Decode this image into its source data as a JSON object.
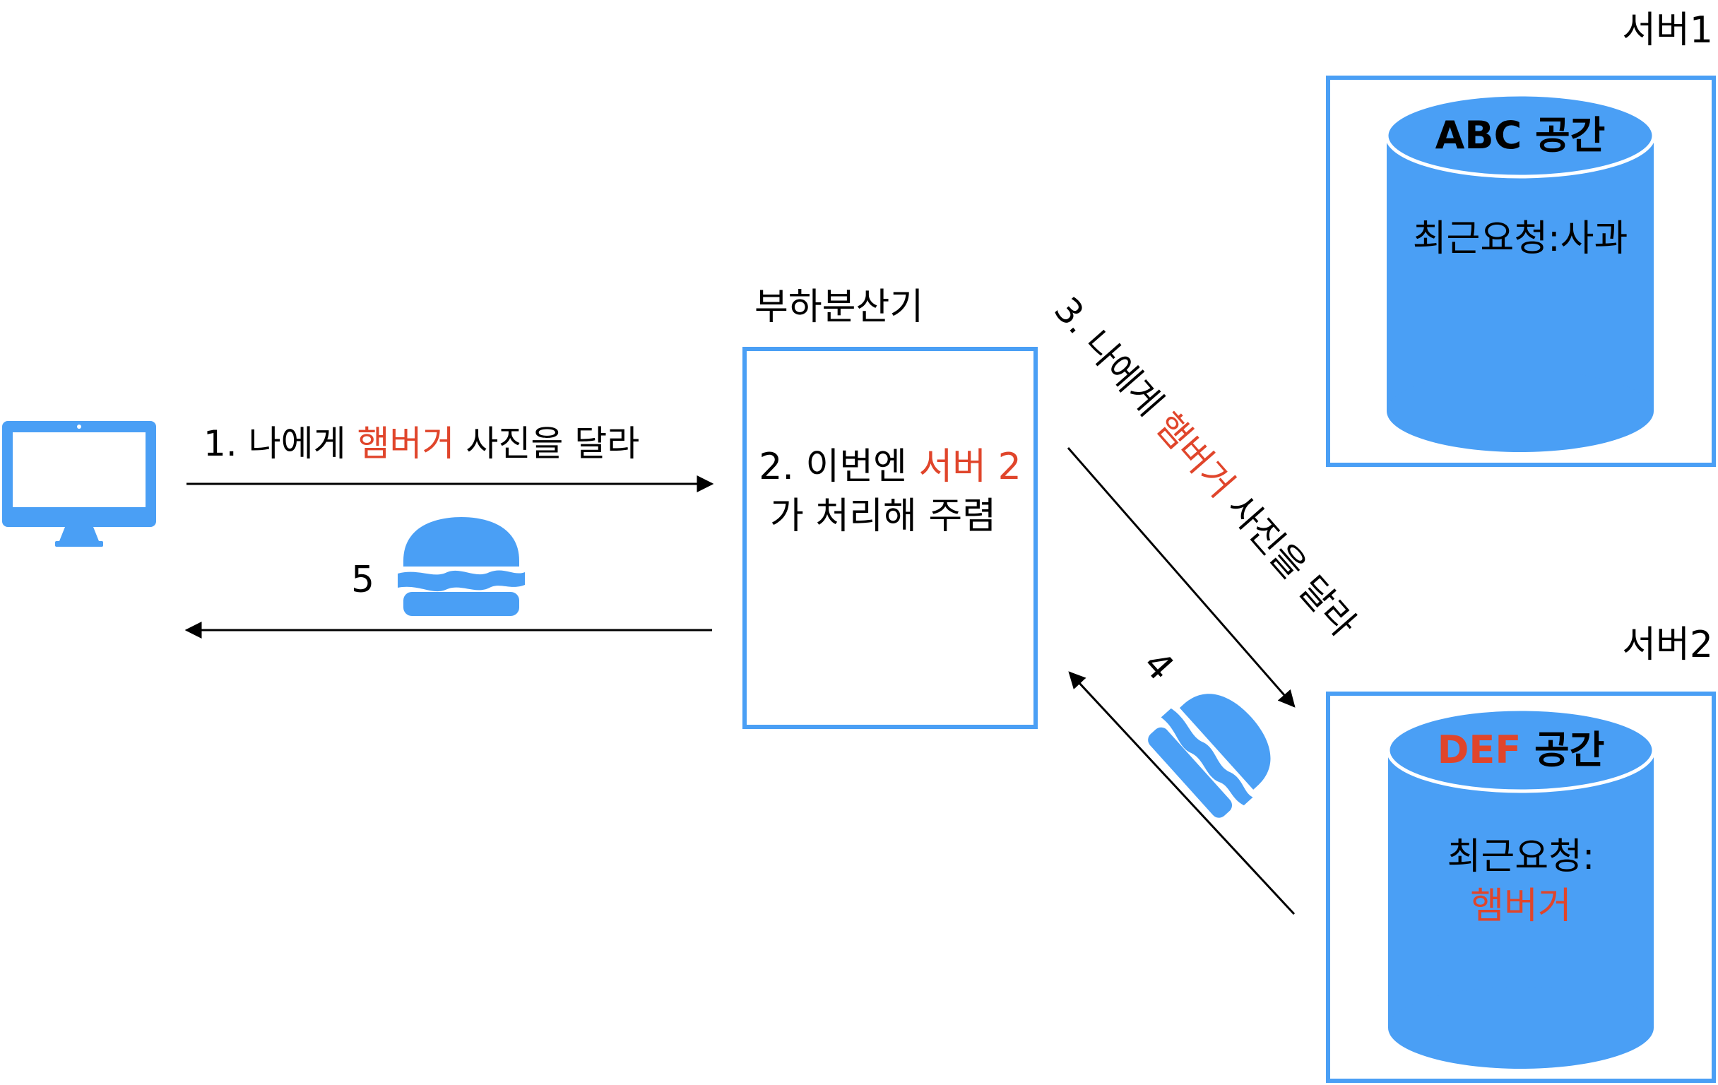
{
  "colors": {
    "accent_blue": "#4A9FF5",
    "box_border": "#4A9FF5",
    "highlight_red": "#E0452B",
    "text": "#000000",
    "arrow": "#000000"
  },
  "client": {
    "icon": "monitor-icon"
  },
  "request": {
    "pre": "1. 나에게 ",
    "highlight": "햄버거",
    "post": " 사진을 달라"
  },
  "response": {
    "number": "5",
    "icon": "hamburger-icon"
  },
  "load_balancer": {
    "title": "부하분산기",
    "line1_pre": "2. 이번엔 ",
    "line1_highlight": "서버 2",
    "line2": "가 처리해 주렴"
  },
  "forward": {
    "pre": "3. 나에게 ",
    "highlight": "햄버거",
    "post": " 사진을 달라"
  },
  "reply": {
    "number": "4",
    "icon": "hamburger-icon"
  },
  "server1": {
    "title": "서버1",
    "db_name": "ABC 공간",
    "recent_text": "최근요청:사과"
  },
  "server2": {
    "title": "서버2",
    "db_name_highlight": "DEF",
    "db_name_rest": " 공간",
    "recent_label": "최근요청:",
    "recent_value": "햄버거"
  }
}
